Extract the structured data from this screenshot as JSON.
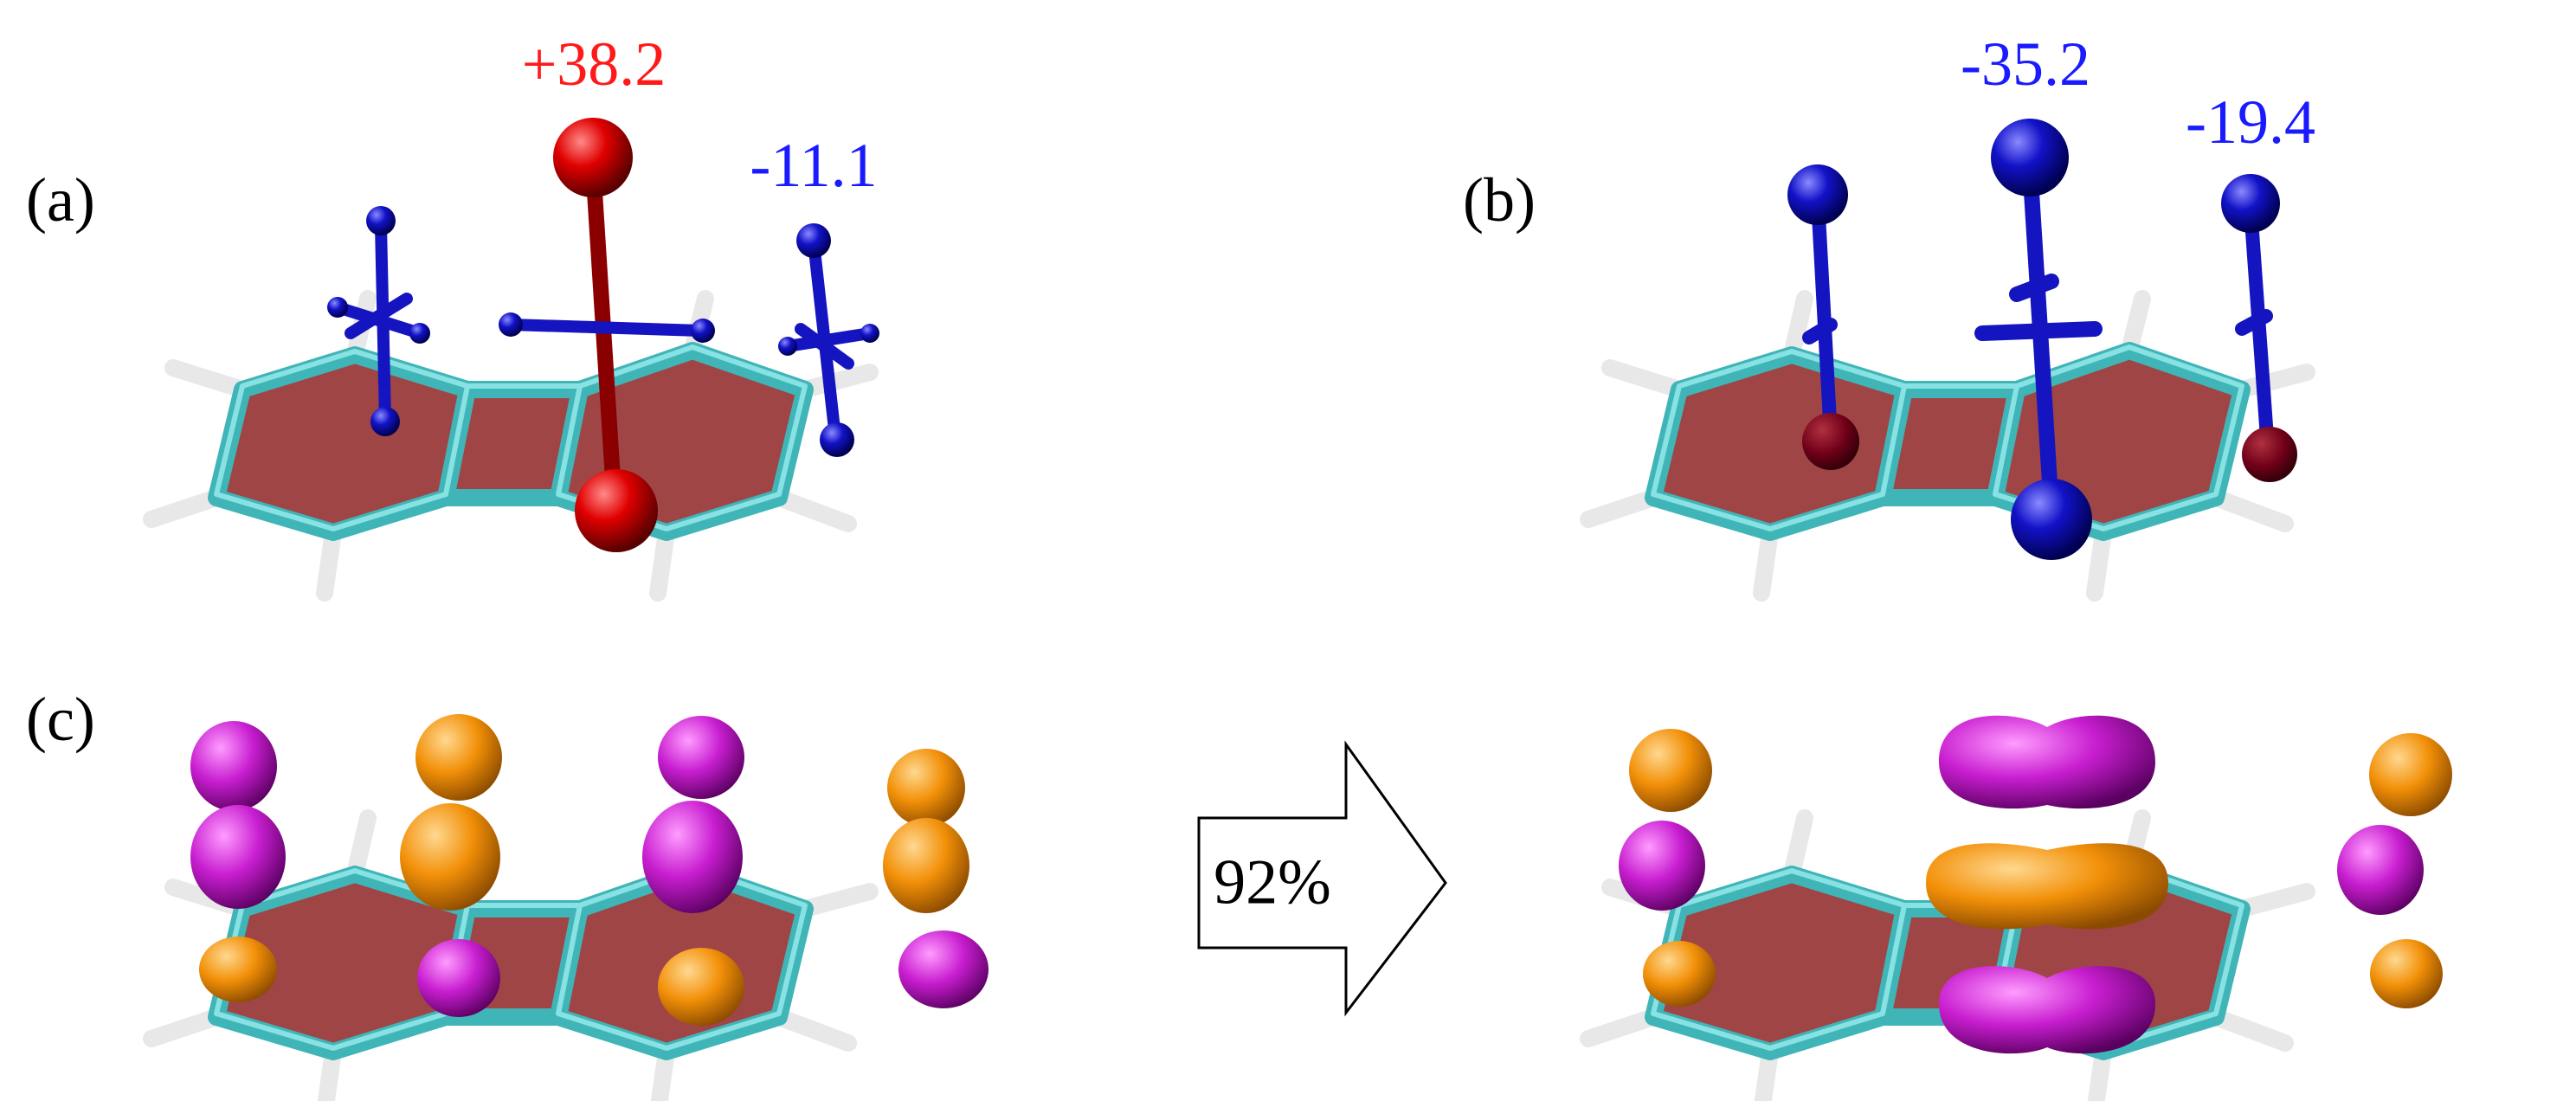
{
  "panels": {
    "a": {
      "label": "(a)",
      "values": [
        "+38.2",
        "-11.1"
      ]
    },
    "b": {
      "label": "(b)",
      "values": [
        "-35.2",
        "-19.4"
      ]
    },
    "c": {
      "label": "(c)"
    }
  },
  "arrow": {
    "text": "92%"
  },
  "colors": {
    "positive": "#ff1a1a",
    "negative": "#1a1aff",
    "bond": "#4fc6c8",
    "hydrogen": "#f2f2f2",
    "ring_fill": "#9b3b3b",
    "orbital_magenta": "#c020c8",
    "orbital_orange": "#f2900a",
    "sphere_red": "#d00000",
    "sphere_blue": "#1010b0"
  }
}
